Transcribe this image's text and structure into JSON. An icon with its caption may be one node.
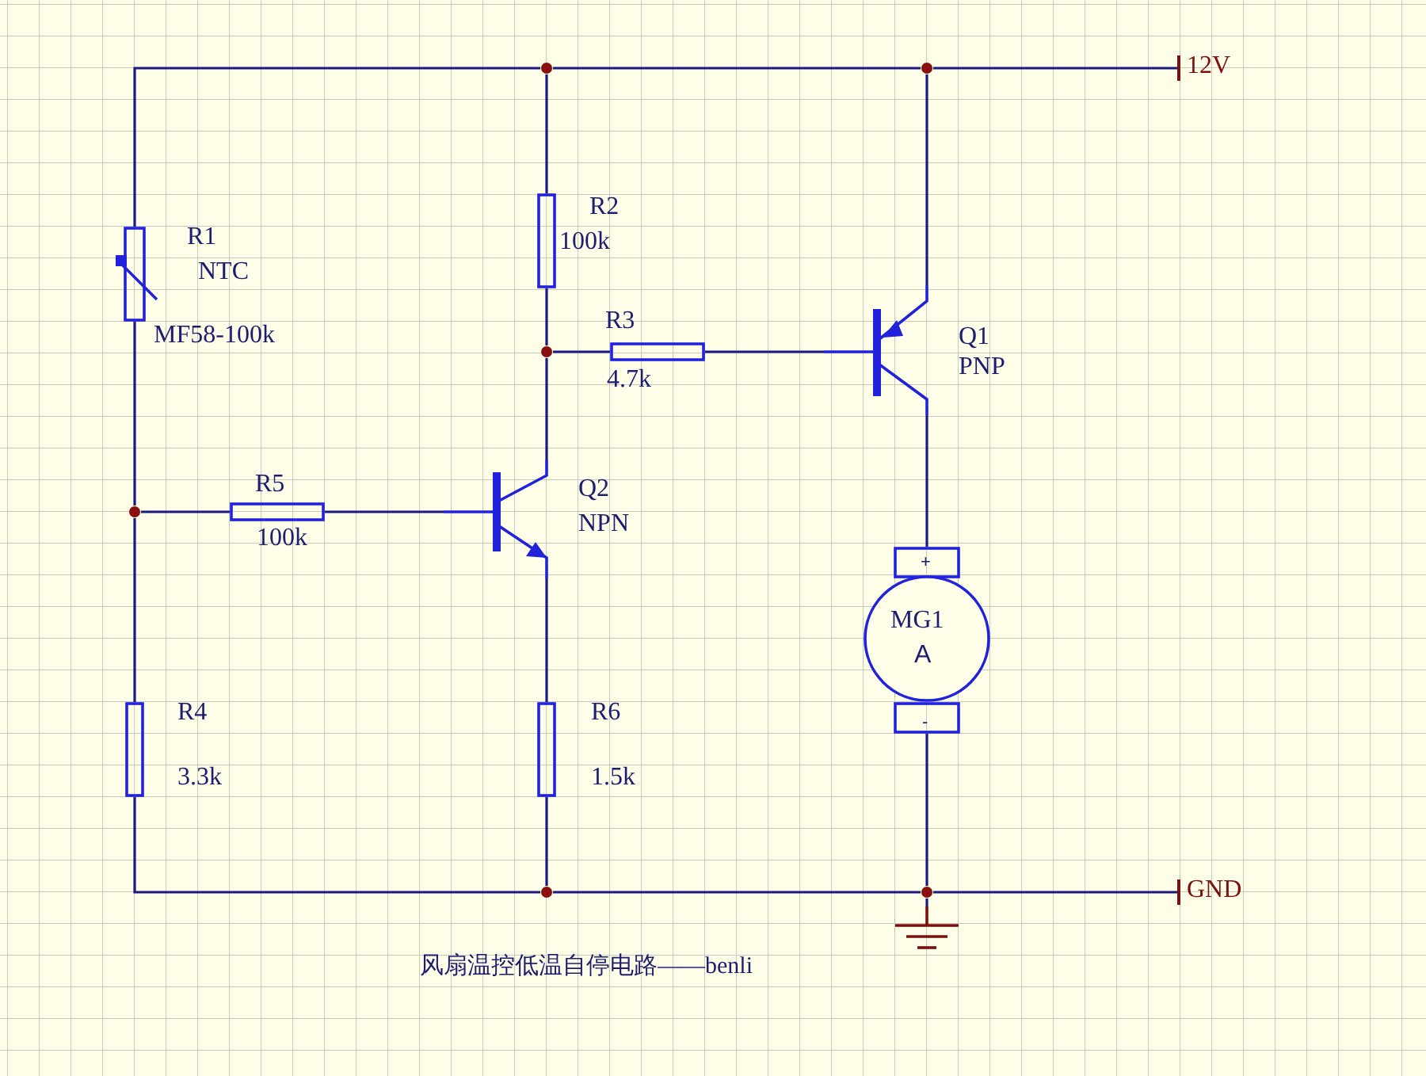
{
  "diagram": {
    "caption": "风扇温控低温自停电路——benli",
    "nodes": [
      {
        "text": [
          "R1",
          "NTC",
          "MF58-100k"
        ]
      },
      {
        "text": [
          "R2",
          "100k"
        ]
      },
      {
        "text": [
          "R3",
          "4.7k"
        ]
      },
      {
        "text": [
          "Q1",
          "PNP"
        ]
      },
      {
        "text": [
          "R5",
          "100k"
        ]
      },
      {
        "text": [
          "Q2",
          "NPN"
        ]
      },
      {
        "text": [
          "R4",
          "3.3k"
        ]
      },
      {
        "text": [
          "R6",
          "1.5k"
        ]
      },
      {
        "text": [
          "+",
          "MG1",
          "A",
          "-"
        ]
      },
      {
        "text": [
          "12V"
        ]
      },
      {
        "text": [
          "GND"
        ]
      },
      {
        "text": [],
        "shape": "ground"
      },
      {
        "text": [],
        "shape": "circle"
      },
      {
        "text": [],
        "shape": "circle"
      },
      {
        "text": [],
        "shape": "circle"
      },
      {
        "text": [],
        "shape": "circle"
      },
      {
        "text": [],
        "shape": "circle"
      },
      {
        "text": [],
        "shape": "circle"
      }
    ],
    "edges": [
      {
        "from": 13,
        "to": 9,
        "arrow": "none"
      },
      {
        "from": 12,
        "to": 13,
        "arrow": "none"
      },
      {
        "from": 12,
        "to": 0,
        "arrow": "none"
      },
      {
        "from": 13,
        "to": 3,
        "arrow": "none"
      },
      {
        "from": 12,
        "to": 1,
        "arrow": "none"
      },
      {
        "from": 1,
        "to": 14,
        "arrow": "none"
      },
      {
        "from": 14,
        "to": 2,
        "arrow": "none"
      },
      {
        "from": 2,
        "to": 3,
        "arrow": "none"
      },
      {
        "from": 14,
        "to": 5,
        "arrow": "none"
      },
      {
        "from": 0,
        "to": 15,
        "arrow": "none"
      },
      {
        "from": 15,
        "to": 4,
        "arrow": "none"
      },
      {
        "from": 4,
        "to": 5,
        "arrow": "none"
      },
      {
        "from": 15,
        "to": 6,
        "arrow": "none"
      },
      {
        "from": 5,
        "to": 7,
        "arrow": "none"
      },
      {
        "from": 3,
        "to": 8,
        "arrow": "none"
      },
      {
        "from": 6,
        "to": 16,
        "arrow": "none"
      },
      {
        "from": 7,
        "to": 16,
        "arrow": "none"
      },
      {
        "from": 16,
        "to": 17,
        "arrow": "none"
      },
      {
        "from": 8,
        "to": 17,
        "arrow": "none"
      },
      {
        "from": 17,
        "to": 10,
        "arrow": "none"
      },
      {
        "from": 17,
        "to": 11,
        "arrow": "none"
      }
    ]
  }
}
